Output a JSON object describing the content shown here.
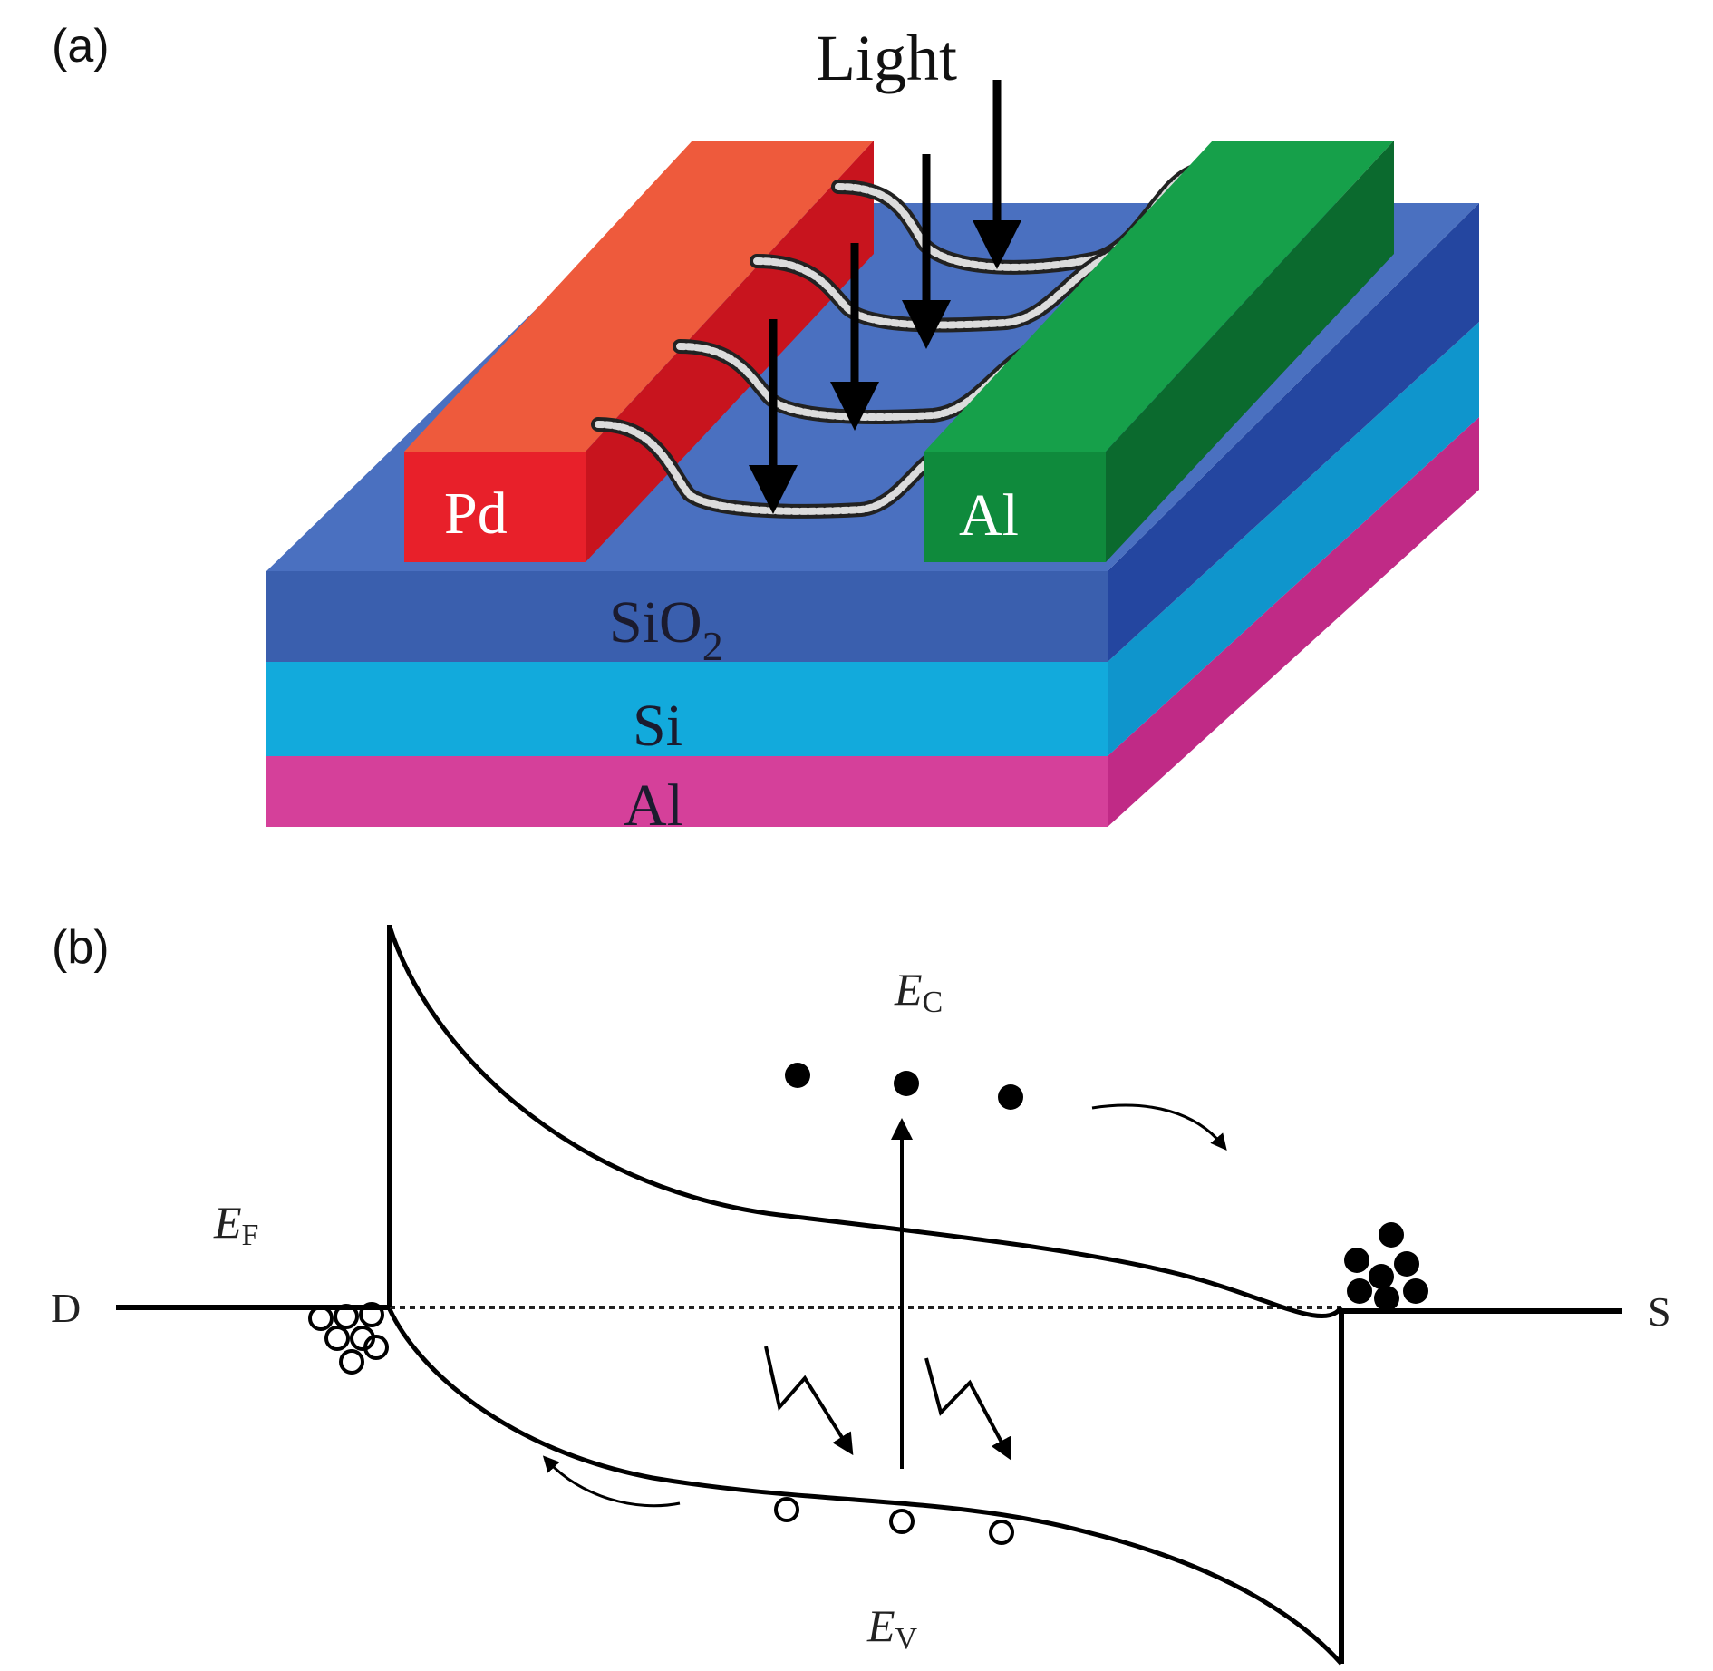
{
  "panel_a": {
    "label": "(a)",
    "light_label": "Light",
    "contacts": {
      "left": "Pd",
      "right": "Al"
    },
    "layers": {
      "oxide": "SiO",
      "oxide_subscript": "2",
      "semiconductor": "Si",
      "back_contact": "Al"
    },
    "colors": {
      "pd_front": "#e8202a",
      "pd_top": "#ee5a3c",
      "pd_side": "#c8141e",
      "al_front": "#0f8a3c",
      "al_top": "#16a04a",
      "al_side": "#0b6a2e",
      "sio2_front": "#3a5fae",
      "sio2_top": "#4a70c0",
      "sio2_side": "#2446a0",
      "si_front": "#12aadc",
      "si_side": "#0f95cc",
      "al_back_front": "#d5409a",
      "al_back_side": "#c02a86"
    }
  },
  "panel_b": {
    "label": "(b)",
    "fermi_label": "E",
    "fermi_sub": "F",
    "conduction_label": "E",
    "conduction_sub": "C",
    "valence_label": "E",
    "valence_sub": "V",
    "drain_label": "D",
    "source_label": "S"
  }
}
